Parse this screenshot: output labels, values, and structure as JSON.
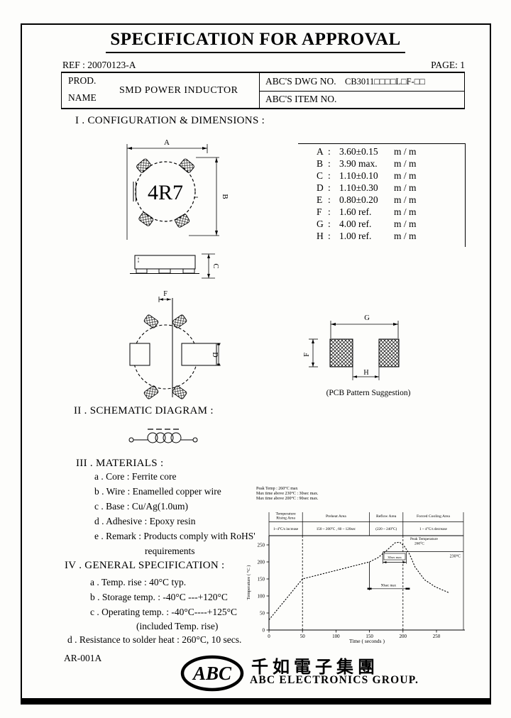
{
  "header": {
    "title": "SPECIFICATION FOR APPROVAL",
    "ref": "REF : 20070123-A",
    "page": "PAGE: 1",
    "prod_label": "PROD.",
    "name_label": "NAME",
    "product_name": "SMD POWER INDUCTOR",
    "dwg_label": "ABC'S DWG NO.",
    "dwg_value": "CB3011□□□□L□F-□□",
    "item_label": "ABC'S ITEM NO.",
    "item_value": ""
  },
  "section1": {
    "heading": "I . CONFIGURATION & DIMENSIONS :",
    "marking": "4R7",
    "labels": {
      "A": "A",
      "B": "B",
      "C": "C",
      "D": "D",
      "F": "F",
      "G": "G",
      "H": "H",
      "F_pcb": "F"
    },
    "pcb_caption": "(PCB Pattern Suggestion)",
    "dims": [
      {
        "letter": "A",
        "value": "3.60±0.15",
        "unit": "m / m"
      },
      {
        "letter": "B",
        "value": "3.90 max.",
        "unit": "m / m"
      },
      {
        "letter": "C",
        "value": "1.10±0.10",
        "unit": "m / m"
      },
      {
        "letter": "D",
        "value": "1.10±0.30",
        "unit": "m / m"
      },
      {
        "letter": "E",
        "value": "0.80±0.20",
        "unit": "m / m"
      },
      {
        "letter": "F",
        "value": "1.60 ref.",
        "unit": "m / m"
      },
      {
        "letter": "G",
        "value": "4.00 ref.",
        "unit": "m / m"
      },
      {
        "letter": "H",
        "value": "1.00 ref.",
        "unit": "m / m"
      }
    ]
  },
  "section2": {
    "heading": "II . SCHEMATIC DIAGRAM :"
  },
  "section3": {
    "heading": "III . MATERIALS :",
    "items": [
      "a . Core : Ferrite core",
      "b . Wire : Enamelled copper wire",
      "c . Base : Cu/Ag(1.0um)",
      "d . Adhesive : Epoxy resin",
      "e . Remark : Products comply with RoHS'"
    ],
    "item_cont": "requirements"
  },
  "section4": {
    "heading": "IV . GENERAL SPECIFICATION :",
    "items": [
      "a . Temp. rise : 40°C typ.",
      "b . Storage temp. : -40°C ---+120°C",
      "c . Operating temp. : -40°C----+125°C"
    ],
    "item_cont": "(included Temp. rise)",
    "item_d": "d . Resistance to solder heat : 260°C, 10 secs."
  },
  "chart_data": {
    "type": "line",
    "notes": [
      "Peak Temp : 260°C max",
      "Max time above 230°C : 30sec max.",
      "Max time above 200°C : 90sec max."
    ],
    "xlabel": "Time ( seconds )",
    "ylabel": "Temperature ( °C )",
    "xticks": [
      0,
      50,
      100,
      150,
      200,
      250
    ],
    "yticks": [
      0,
      50,
      100,
      150,
      200,
      250
    ],
    "xlim": [
      0,
      290
    ],
    "ylim": [
      0,
      300
    ],
    "grid": false,
    "regions": [
      {
        "label_lines": [
          "Temperature",
          "Rising Area"
        ],
        "detail": "1~4°C/s increase",
        "from": 0,
        "to": 50
      },
      {
        "label_lines": [
          "Preheat Area"
        ],
        "detail": "150 ~ 200°C , 60 ~ 120sec",
        "from": 50,
        "to": 150
      },
      {
        "label_lines": [
          "Reflow Area"
        ],
        "detail": "(220 ~ 240°C)",
        "from": 150,
        "to": 200
      },
      {
        "label_lines": [
          "Forced Cooling Area"
        ],
        "detail": "1 ~ 4°C/s decrease",
        "from": 200,
        "to": 290
      }
    ],
    "boundaries_dashed": [
      50,
      200
    ],
    "series": [
      {
        "name": "reflow temperature profile",
        "points": [
          [
            0,
            30
          ],
          [
            50,
            150
          ],
          [
            150,
            200
          ],
          [
            163,
            213
          ],
          [
            178,
            238
          ],
          [
            188,
            256
          ],
          [
            195,
            258
          ],
          [
            202,
            246
          ],
          [
            210,
            222
          ],
          [
            218,
            185
          ],
          [
            232,
            148
          ],
          [
            248,
            127
          ],
          [
            268,
            110
          ]
        ]
      }
    ],
    "annotations": {
      "peak_label": "Peak Temperature",
      "peak_value": "260°C",
      "line_230_label": "230°C",
      "line_230_temp": 230,
      "window_30s": "30sec max",
      "window_30s_t": [
        170,
        205
      ],
      "window_90s": "90sec max",
      "window_90s_t": [
        150,
        207
      ]
    }
  },
  "footer": {
    "form_no": "AR-001A",
    "logo_text": "ABC",
    "company_cn": "千如電子集團",
    "company_en": "ABC ELECTRONICS GROUP."
  }
}
